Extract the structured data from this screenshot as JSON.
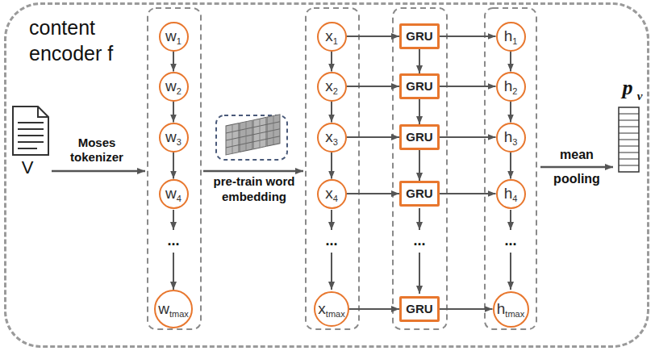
{
  "diagram": {
    "nodes": [
      {
        "text": [
          "content encoder f"
        ]
      },
      {
        "text": [
          "w",
          "1"
        ],
        "in": 0
      },
      {
        "text": [
          "w",
          "2"
        ],
        "in": 0
      },
      {
        "text": [
          "w",
          "3"
        ],
        "in": 0
      },
      {
        "text": [
          "w",
          "4"
        ],
        "in": 0
      },
      {
        "text": [
          "w",
          "tmax"
        ],
        "in": 0
      },
      {
        "text": [
          "x",
          "1"
        ],
        "in": 0
      },
      {
        "text": [
          "x",
          "2"
        ],
        "in": 0
      },
      {
        "text": [
          "x",
          "3"
        ],
        "in": 0
      },
      {
        "text": [
          "x",
          "4"
        ],
        "in": 0
      },
      {
        "text": [
          "x",
          "tmax"
        ],
        "in": 0
      },
      {
        "text": [
          "GRU"
        ],
        "in": 0
      },
      {
        "text": [
          "GRU"
        ],
        "in": 0
      },
      {
        "text": [
          "GRU"
        ],
        "in": 0
      },
      {
        "text": [
          "GRU"
        ],
        "in": 0
      },
      {
        "text": [
          "GRU"
        ],
        "in": 0
      },
      {
        "text": [
          "h",
          "1"
        ],
        "in": 0
      },
      {
        "text": [
          "h",
          "2"
        ],
        "in": 0
      },
      {
        "text": [
          "h",
          "3"
        ],
        "in": 0
      },
      {
        "text": [
          "h",
          "4"
        ],
        "in": 0
      },
      {
        "text": [
          "h",
          "tmax"
        ],
        "in": 0
      }
    ],
    "edges": [
      {
        "from": 1,
        "to": 2,
        "arrow": "to"
      },
      {
        "from": 2,
        "to": 3,
        "arrow": "to"
      },
      {
        "from": 3,
        "to": 4,
        "arrow": "to"
      },
      {
        "from": 6,
        "to": 7,
        "arrow": "to"
      },
      {
        "from": 7,
        "to": 8,
        "arrow": "to"
      },
      {
        "from": 8,
        "to": 9,
        "arrow": "to"
      },
      {
        "from": 11,
        "to": 12,
        "arrow": "to"
      },
      {
        "from": 12,
        "to": 13,
        "arrow": "to"
      },
      {
        "from": 13,
        "to": 14,
        "arrow": "to"
      },
      {
        "from": 16,
        "to": 17,
        "arrow": "to"
      },
      {
        "from": 17,
        "to": 18,
        "arrow": "to"
      },
      {
        "from": 18,
        "to": 19,
        "arrow": "to"
      },
      {
        "from": 6,
        "to": 11,
        "arrow": "to"
      },
      {
        "from": 7,
        "to": 12,
        "arrow": "to"
      },
      {
        "from": 8,
        "to": 13,
        "arrow": "to"
      },
      {
        "from": 9,
        "to": 14,
        "arrow": "to"
      },
      {
        "from": 10,
        "to": 15,
        "arrow": "to"
      },
      {
        "from": 11,
        "to": 16,
        "arrow": "to"
      },
      {
        "from": 12,
        "to": 17,
        "arrow": "to"
      },
      {
        "from": 13,
        "to": 18,
        "arrow": "to"
      },
      {
        "from": 14,
        "to": 19,
        "arrow": "to"
      },
      {
        "from": 15,
        "to": 20,
        "arrow": "to"
      }
    ],
    "labels": [
      "Moses tokenizer",
      "V",
      "pre-train word embedding",
      "...",
      "...",
      "...",
      "...",
      "mean pooling",
      "p",
      "v"
    ]
  }
}
